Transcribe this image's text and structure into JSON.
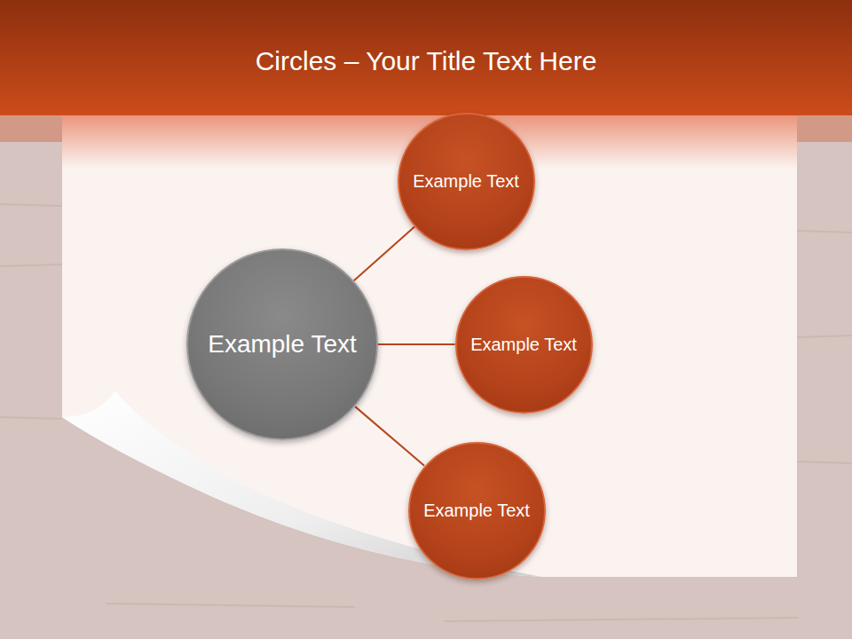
{
  "diagram": {
    "title": "Circles – Your Title Text Here",
    "nodes": [
      {
        "text": [
          "Example Text"
        ]
      },
      {
        "text": [
          "Example Text"
        ]
      },
      {
        "text": [
          "Example Text"
        ]
      },
      {
        "text": [
          "Example Text"
        ]
      }
    ],
    "edges": [
      {
        "from": 0,
        "to": 1,
        "arrow": "none"
      },
      {
        "from": 0,
        "to": 2,
        "arrow": "none"
      },
      {
        "from": 0,
        "to": 3,
        "arrow": "none"
      }
    ]
  }
}
